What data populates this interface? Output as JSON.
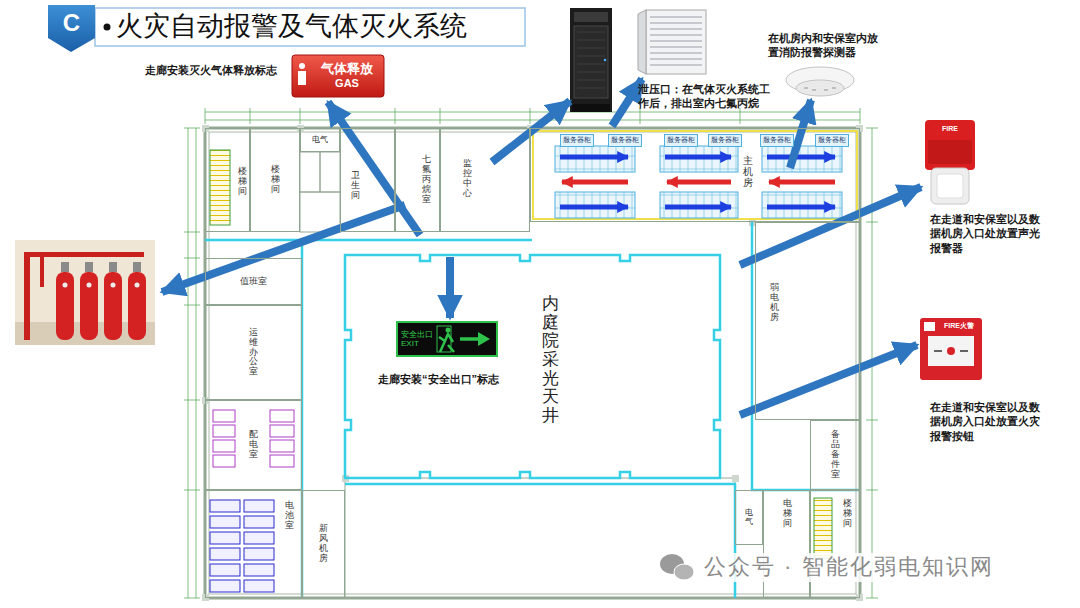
{
  "diagram": {
    "title": "火灾自动报警及气体灭火系统",
    "nodes": [
      {
        "text": [
          "C"
        ]
      },
      {
        "text": [
          "气体释放",
          "GAS"
        ]
      },
      {
        "text": [
          "楼梯间"
        ]
      },
      {
        "text": [
          "楼梯间"
        ]
      },
      {
        "text": [
          "电气"
        ]
      },
      {
        "text": [
          "卫生间"
        ]
      },
      {
        "text": [
          "七氟丙烷室"
        ]
      },
      {
        "text": [
          "监控中心"
        ]
      },
      {
        "text": [
          "主机房"
        ]
      },
      {
        "text": [
          "服务器柜"
        ],
        "in": 8
      },
      {
        "text": [
          "服务器柜"
        ],
        "in": 8
      },
      {
        "text": [
          "服务器柜"
        ],
        "in": 8
      },
      {
        "text": [
          "服务器柜"
        ],
        "in": 8
      },
      {
        "text": [
          "服务器柜"
        ],
        "in": 8
      },
      {
        "text": [
          "服务器柜"
        ],
        "in": 8
      },
      {
        "text": [
          "值班室"
        ]
      },
      {
        "text": [
          "运维办公室"
        ]
      },
      {
        "text": [
          "弱电机房"
        ]
      },
      {
        "text": [
          "内庭院采光天井"
        ]
      },
      {
        "text": [
          "安全出口",
          "EXIT"
        ],
        "in": 18
      },
      {
        "text": [
          "配电室"
        ]
      },
      {
        "text": [
          "备品备件室"
        ]
      },
      {
        "text": [
          "电池室"
        ]
      },
      {
        "text": [
          "新风机房"
        ]
      },
      {
        "text": [
          "电气"
        ]
      },
      {
        "text": [
          "电梯间"
        ]
      },
      {
        "text": [
          "楼梯间"
        ]
      },
      {
        "text": [
          "FIRE"
        ]
      },
      {
        "text": [
          "FIRE火警"
        ]
      }
    ],
    "labels": [
      "走廊安装灭火气体释放标志",
      "泄压口：在气体灭火系统工作后，排出室内七氟丙烷",
      "在机房内和安保室内放置消防报警探测器",
      "在走道和安保室以及数据机房入口处放置声光报警器",
      "走廊安装“安全出口”标志",
      "在走道和安保室以及数据机房入口处放置火灾报警按钮",
      "公众号 · 智能化弱电知识网"
    ]
  }
}
